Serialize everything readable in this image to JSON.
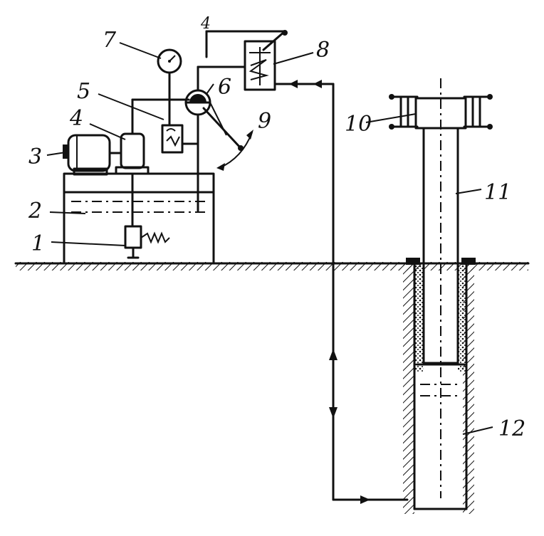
{
  "labels": {
    "l1": "1",
    "l2": "2",
    "l3": "3",
    "l4": "4",
    "l4b": "4",
    "l5": "5",
    "l6": "6",
    "l7": "7",
    "l8": "8",
    "l9": "9",
    "l10": "10",
    "l11": "11",
    "l12": "12"
  }
}
